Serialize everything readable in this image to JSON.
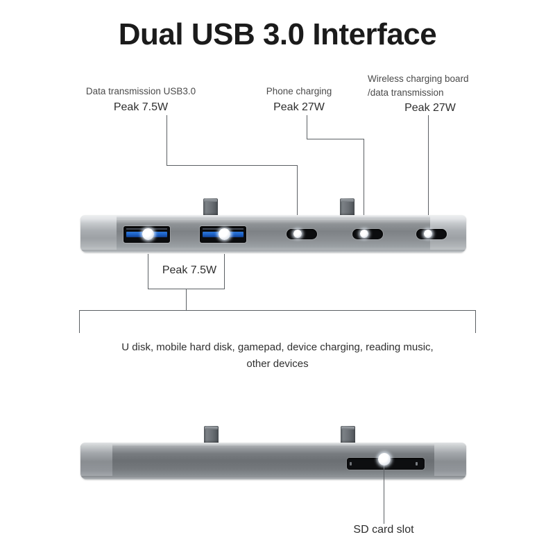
{
  "page": {
    "title": "Dual USB 3.0 Interface",
    "background_color": "#ffffff"
  },
  "callouts": {
    "usb_data": {
      "line1": "Data transmission USB3.0",
      "line2": "Peak 7.5W"
    },
    "phone_charging": {
      "line1": "Phone charging",
      "line2": "Peak 27W"
    },
    "wireless": {
      "line1": "Wireless charging board",
      "line2": "/data transmission",
      "line3": "Peak 27W"
    },
    "usb_pair_peak": {
      "label": "Peak 7.5W"
    },
    "sd_slot": {
      "label": "SD card slot"
    }
  },
  "caption": {
    "line1": "U disk, mobile hard disk, gamepad, device charging, reading music,",
    "line2": "other devices"
  },
  "colors": {
    "usb3_blue": "#1b5fc4",
    "body_silver": "#8f9396",
    "body_dark_gray": "#6b6f73",
    "port_black": "#0b0c0e",
    "leader_line": "#5b5f63",
    "text": "#2d2d2d"
  },
  "devices": {
    "top_unit": {
      "name": "usb-hub-front-face",
      "ports": [
        {
          "type": "usb-a-3.0",
          "label": "Data transmission USB3.0",
          "peak": "Peak 7.5W"
        },
        {
          "type": "usb-a-3.0",
          "label": "Data transmission USB3.0",
          "peak": "Peak 7.5W"
        },
        {
          "type": "usb-c",
          "label": "Phone charging",
          "peak": "Peak 27W"
        },
        {
          "type": "usb-c",
          "label": "Wireless charging board /data transmission",
          "peak": "Peak 27W"
        },
        {
          "type": "usb-c",
          "label": "Wireless charging board /data transmission",
          "peak": "Peak 27W"
        }
      ],
      "connector_tabs": 2
    },
    "bottom_unit": {
      "name": "usb-hub-rear-face",
      "ports": [
        {
          "type": "sd-card-slot",
          "label": "SD card slot"
        }
      ],
      "connector_tabs": 2
    }
  }
}
